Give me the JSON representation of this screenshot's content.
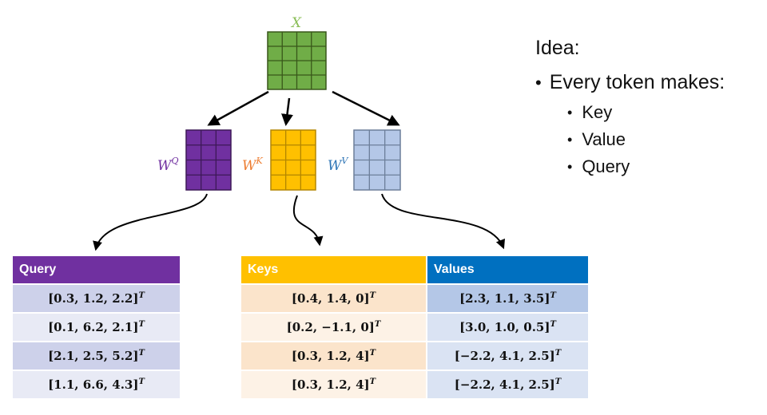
{
  "matrices": {
    "x": {
      "label": "X",
      "color": "#70ad47",
      "grid_color": "#38571a",
      "label_color": "#8cbf5a"
    },
    "wq": {
      "label": "W",
      "sup": "Q",
      "color": "#7030a0",
      "grid_color": "#3d1957",
      "label_color": "#7030a0"
    },
    "wk": {
      "label": "W",
      "sup": "K",
      "color": "#ffc000",
      "grid_color": "#b38600",
      "label_color": "#ed7d31"
    },
    "wv": {
      "label": "W",
      "sup": "V",
      "color": "#b4c7e7",
      "grid_color": "#6d7f9a",
      "label_color": "#2e75b6"
    }
  },
  "idea": {
    "title": "Idea:",
    "bullet": "Every token makes:",
    "items": [
      "Key",
      "Value",
      "Query"
    ]
  },
  "tables": {
    "query": {
      "header": "Query",
      "rows": [
        "[0.3, 1.2, 2.2]",
        "[0.1, 6.2, 2.1]",
        "[2.1, 2.5, 5.2]",
        "[1.1, 6.6, 4.3]"
      ]
    },
    "keys": {
      "header": "Keys",
      "rows": [
        "[0.4, 1.4, 0]",
        "[0.2, −1.1, 0]",
        "[0.3, 1.2, 4]",
        "[0.3, 1.2, 4]"
      ]
    },
    "values": {
      "header": "Values",
      "rows": [
        "[2.3, 1.1, 3.5]",
        "[3.0, 1.0, 0.5]",
        "[−2.2, 4.1, 2.5]",
        "[−2.2, 4.1, 2.5]"
      ]
    },
    "transpose": "T"
  }
}
